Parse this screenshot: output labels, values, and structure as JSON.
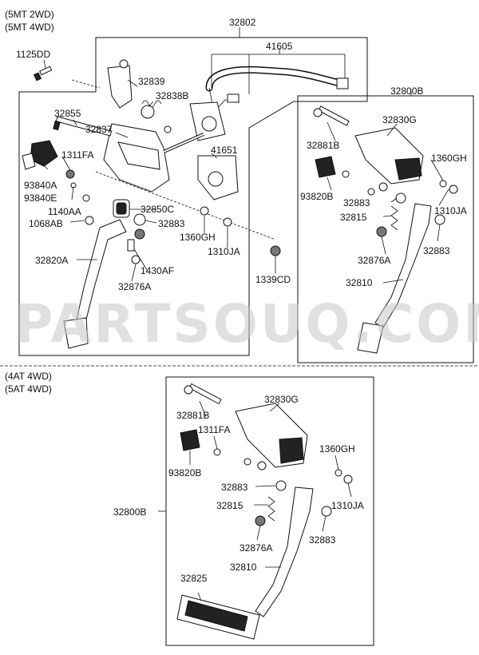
{
  "variants": {
    "top": [
      "(5MT 2WD)",
      "(5MT 4WD)"
    ],
    "bottom": [
      "(4AT 4WD)",
      "(5AT 4WD)"
    ]
  },
  "watermark": "PARTSOUQ.COM",
  "labels": {
    "p32802": "32802",
    "p41605": "41605",
    "p1125DD": "1125DD",
    "p32839": "32839",
    "p32838B": "32838B",
    "p32855": "32855",
    "p32837": "32837",
    "p1311FA_a": "1311FA",
    "p41651": "41651",
    "p93840A": "93840A",
    "p93840E": "93840E",
    "p1140AA": "1140AA",
    "p32850C": "32850C",
    "p1068AB": "1068AB",
    "p32883_a": "32883",
    "p1360GH_a": "1360GH",
    "p1310JA_a": "1310JA",
    "p32820A": "32820A",
    "p1430AF": "1430AF",
    "p32876A_a": "32876A",
    "p1339CD": "1339CD",
    "p32800B_a": "32800B",
    "p32830G_a": "32830G",
    "p32881B_a": "32881B",
    "p1360GH_b": "1360GH",
    "p93820B_a": "93820B",
    "p32883_b": "32883",
    "p32815_a": "32815",
    "p1310JA_b": "1310JA",
    "p32876A_b": "32876A",
    "p32883_c": "32883",
    "p32810_a": "32810",
    "p32830G_b": "32830G",
    "p32881B_b": "32881B",
    "p1311FA_b": "1311FA",
    "p1360GH_c": "1360GH",
    "p93820B_b": "93820B",
    "p32883_d": "32883",
    "p32815_b": "32815",
    "p1310JA_c": "1310JA",
    "p32800B_b": "32800B",
    "p32883_e": "32883",
    "p32876A_c": "32876A",
    "p32825": "32825",
    "p32810_b": "32810"
  }
}
